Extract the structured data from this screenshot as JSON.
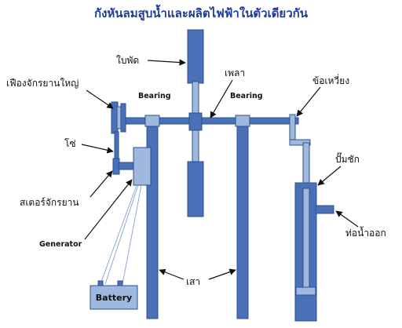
{
  "title": "กังหันลมสูบน้ำและผลิตไฟฟ้าในตัวเดียวกัน",
  "labels": {
    "blade": "ใบพัด",
    "shaft": "เพลา",
    "crank": "ข้อเหวี่ยง",
    "large_sprocket": "เฟืองจักรยานใหญ่",
    "chain": "โซ่",
    "bicycle_sprocket": "สเตอร์จักรยาน",
    "generator": "Generator",
    "battery": "Battery",
    "bearing_left": "Bearing",
    "bearing_right": "Bearing",
    "post": "เสา",
    "pump": "ปั๊มชัก",
    "outlet_pipe": "ท่อน้ำออก"
  },
  "colors": {
    "part_fill": "#4a70b8",
    "part_stroke": "#2f4f8f",
    "light_fill": "#9fb8de",
    "title_color": "#1f3b9c",
    "wire_color": "#8fa8d6"
  }
}
